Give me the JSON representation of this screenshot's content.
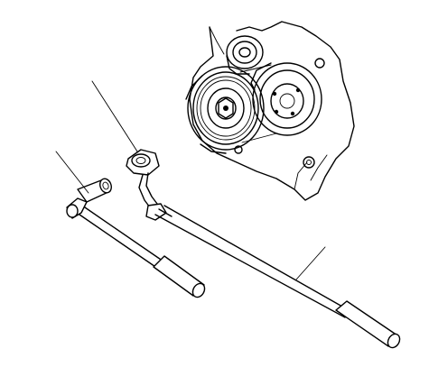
{
  "diagram": {
    "components": [
      "engine-pulley-assembly",
      "pulley-holder-tool",
      "socket-wrench",
      "breaker-bar"
    ],
    "leader_count": 3,
    "colors": {
      "line": "#000000",
      "background": "#ffffff"
    }
  }
}
